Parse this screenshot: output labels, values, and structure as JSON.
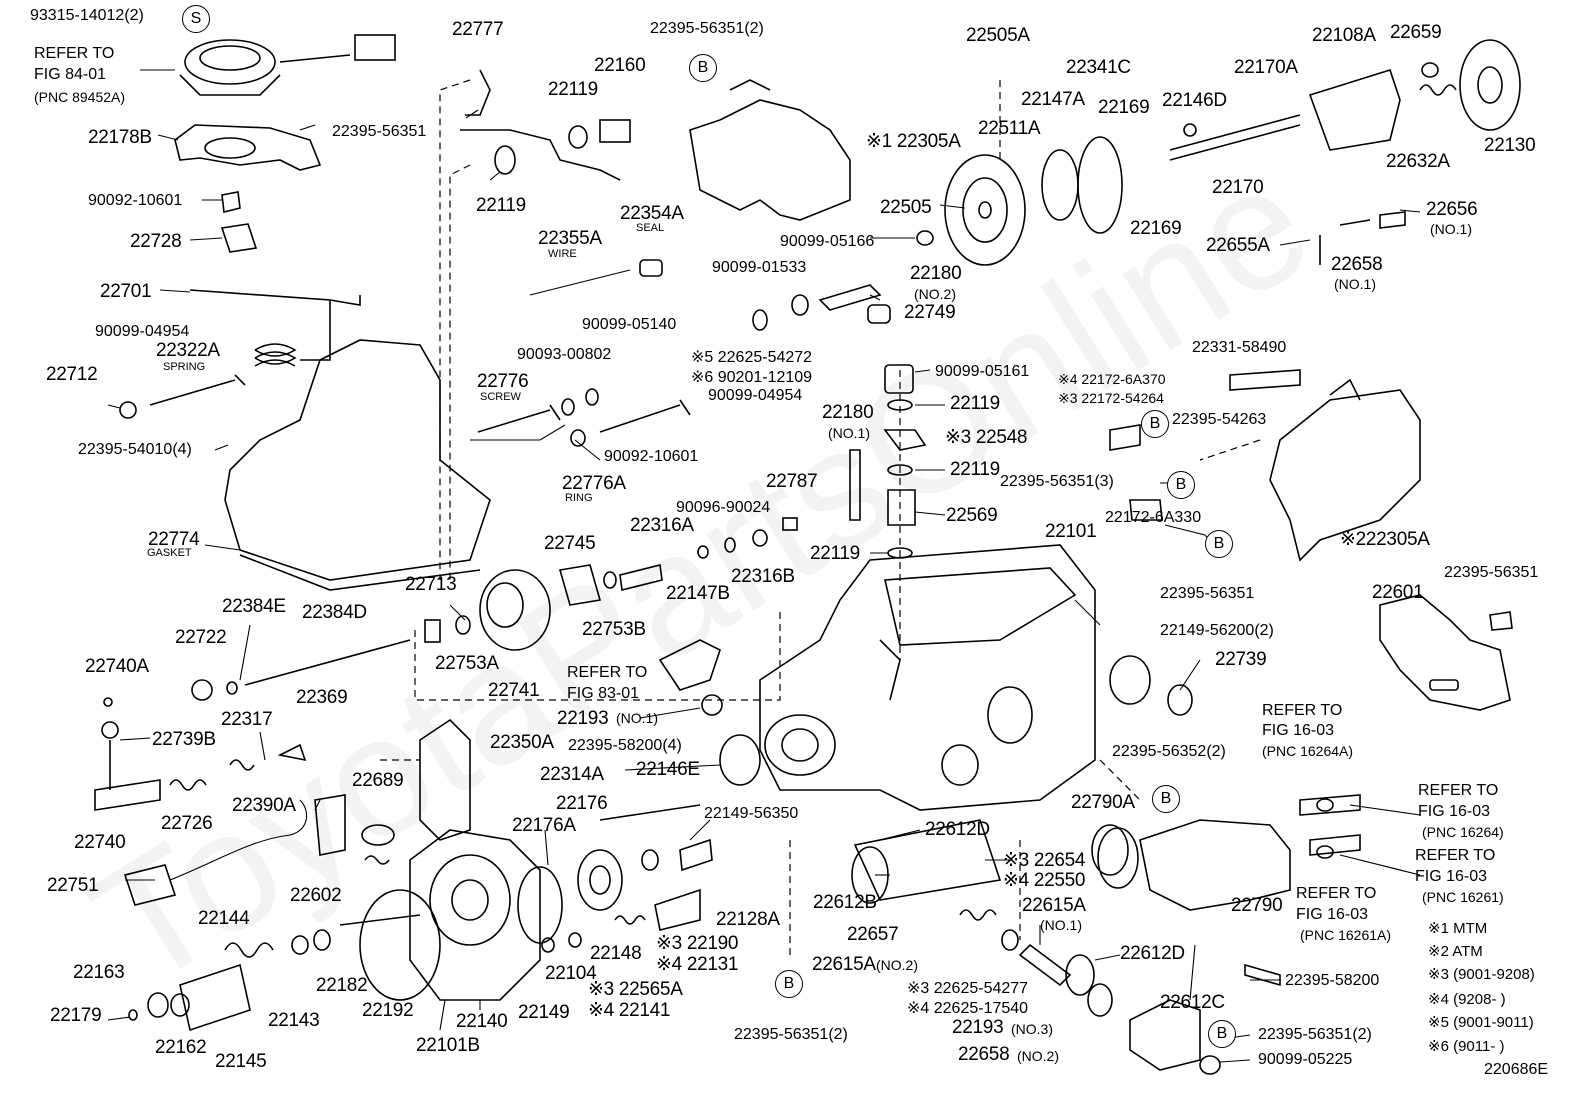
{
  "watermark": "ToyotaPartsOnline",
  "figure_code": "220686E",
  "legend": [
    "※1 MTM",
    "※2 ATM",
    "※3 (9001-9208)",
    "※4 (9208-       )",
    "※5 (9001-9011)",
    "※6 (9011-       )"
  ],
  "refs": {
    "r1": "REFER TO",
    "r1b": "FIG 84-01",
    "r1c": "(PNC 89452A)",
    "r2": "REFER TO",
    "r2b": "FIG 83-01",
    "r3": "REFER TO",
    "r3b": "FIG 16-03",
    "r3c": "(PNC 16264A)",
    "r4": "REFER TO",
    "r4b": "FIG 16-03",
    "r4c": "(PNC 16264)",
    "r5": "REFER TO",
    "r5b": "FIG 16-03",
    "r5c": "(PNC 16261)",
    "r6": "REFER TO",
    "r6b": "FIG 16-03",
    "r6c": "(PNC 16261A)"
  },
  "tags": {
    "spring": "SPRING",
    "screw": "SCREW",
    "ring": "RING",
    "gasket": "GASKET",
    "wire": "WIRE",
    "seal": "SEAL"
  },
  "circles": {
    "s": "S",
    "b": "B"
  },
  "parts": {
    "p1": "93315-14012(2)",
    "p2": "22178B",
    "p3": "22395-56351",
    "p4": "90092-10601",
    "p5": "22728",
    "p6": "22701",
    "p7": "90099-04954",
    "p8": "22322A",
    "p9": "22712",
    "p10": "22395-54010(4)",
    "p11": "22774",
    "p12": "22777",
    "p13": "22119",
    "p14": "22160",
    "p15": "22119",
    "p16": "22395-56351(2)",
    "p17": "※1 22305A",
    "p18": "22355A",
    "p19": "22354A",
    "p20": "90099-05140",
    "p21": "90093-00802",
    "p22": "22776",
    "p23": "※5  22625-54272",
    "p24": "※6  90201-12109",
    "p25": "90099-04954",
    "p26": "90092-10601",
    "p27": "22776A",
    "p28": "22505A",
    "p29": "22341C",
    "p30": "22147A",
    "p31": "22511A",
    "p32": "22169",
    "p33": "22146D",
    "p34": "22170A",
    "p35": "22108A",
    "p36": "22659",
    "p37": "22130",
    "p38": "22632A",
    "p39": "22170",
    "p40": "22169",
    "p41": "22505",
    "p42": "90099-05166",
    "p43": "22656",
    "p44": "(NO.1)",
    "p45": "22655A",
    "p46": "22658",
    "p47": "(NO.1)",
    "p48": "90099-01533",
    "p49": "22180",
    "p50": "(NO.2)",
    "p51": "22749",
    "p52": "22331-58490",
    "p53": "90099-05161",
    "p54": "※4 22172-6A370",
    "p55": "※3 22172-54264",
    "p56": "22395-54263",
    "p57": "22180",
    "p58": "(NO.1)",
    "p59": "22119",
    "p60": "※3  22548",
    "p61": "22119",
    "p62": "22787",
    "p63": "22395-56351(3)",
    "p64": "90096-90024",
    "p65": "22569",
    "p66": "22316A",
    "p67": "22101",
    "p68": "22172-6A330",
    "p69": "※222305A",
    "p70": "22119",
    "p71": "22745",
    "p72": "22147B",
    "p73": "22316B",
    "p74": "22713",
    "p75": "22384E",
    "p76": "22384D",
    "p77": "22722",
    "p78": "22753A",
    "p79": "22753B",
    "p80": "22395-56351",
    "p81": "22601",
    "p82": "22395-56351",
    "p83": "22740A",
    "p84": "22741",
    "p85": "22149-56200(2)",
    "p86": "22739",
    "p87": "22739B",
    "p88": "22369",
    "p89": "22317",
    "p90": "22193",
    "p91": "(NO.1)",
    "p92": "22350A",
    "p93": "22395-58200(4)",
    "p94": "22146E",
    "p95": "22395-56352(2)",
    "p96": "22314A",
    "p97": "22390A",
    "p98": "22689",
    "p99": "22740",
    "p100": "22726",
    "p101": "22176",
    "p102": "22149-56350",
    "p103": "22790A",
    "p104": "22176A",
    "p105": "22612D",
    "p106": "22751",
    "p107": "22602",
    "p108": "22612B",
    "p109": "※3  22654",
    "p110": "※4  22550",
    "p111": "22144",
    "p112": "22148",
    "p113": "※3  22190",
    "p114": "※4  22131",
    "p115": "22128A",
    "p116": "22657",
    "p117": "22615A",
    "p118": "(NO.1)",
    "p119": "22790",
    "p120": "22612D",
    "p121": "22163",
    "p122": "22182",
    "p123": "22192",
    "p124": "22104",
    "p125": "22615A",
    "p126": "(NO.2)",
    "p127": "22143",
    "p128": "22179",
    "p129": "22162",
    "p130": "22145",
    "p131": "22101B",
    "p132": "22140",
    "p133": "22149",
    "p134": "※3  22565A",
    "p135": "※4  22141",
    "p136": "22395-56351(2)",
    "p137": "※3  22625-54277",
    "p138": "※4  22625-17540",
    "p139": "22193",
    "p140": "(NO.3)",
    "p141": "22658",
    "p142": "(NO.2)",
    "p143": "22612C",
    "p144": "22395-58200",
    "p145": "22395-56351(2)",
    "p146": "90099-05225"
  }
}
